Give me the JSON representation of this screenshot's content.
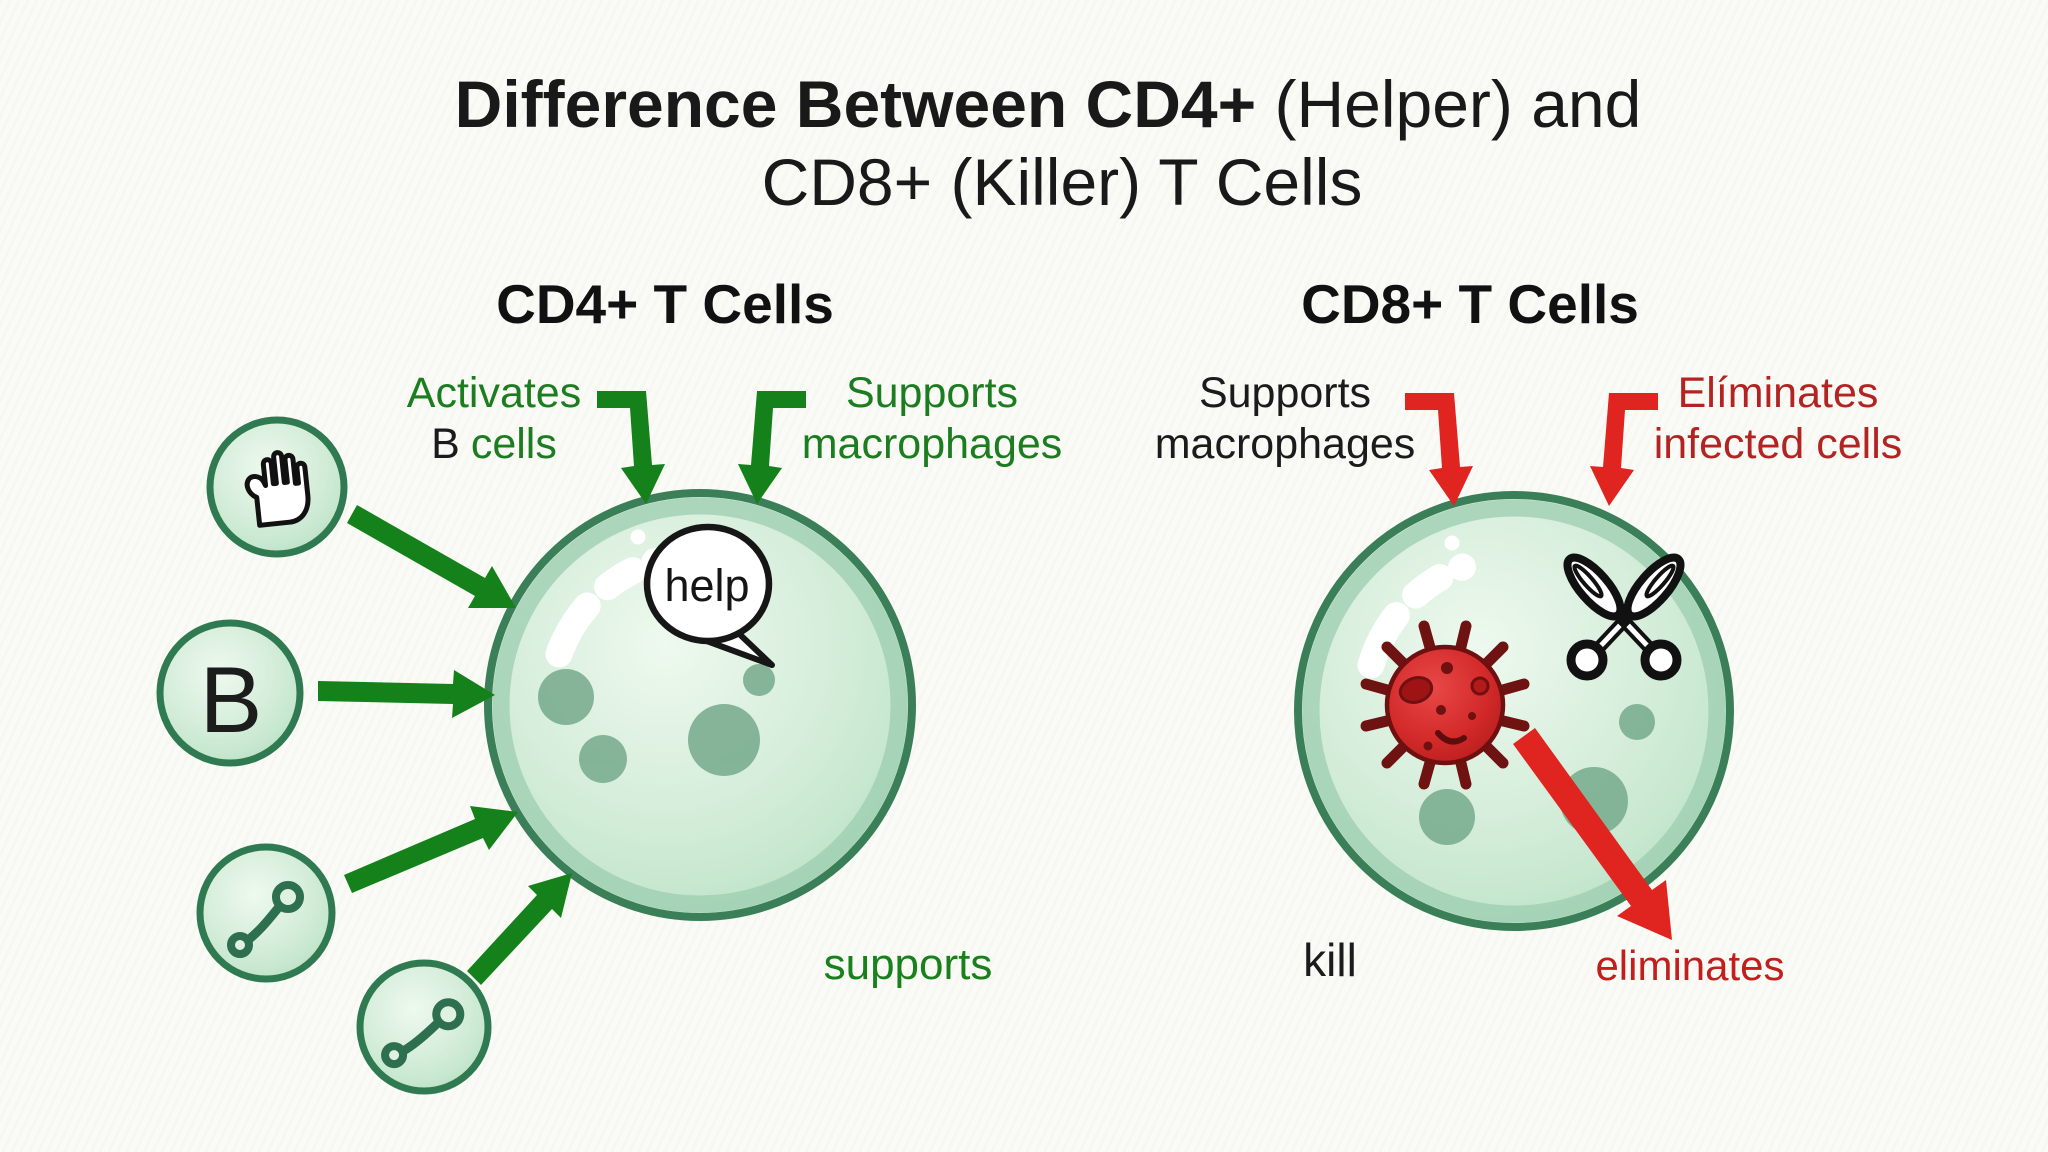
{
  "title": {
    "line1_bold": "Difference Between CD4+",
    "line1_rest": "(Helper) and",
    "line2": "CD8+ (Killer) T Cells"
  },
  "cd4_panel": {
    "heading": "CD4+ T Cells",
    "label_activates": "Activates",
    "label_activates_b": "B",
    "label_activates_cells": "cells",
    "label_supports": "Supports",
    "label_macrophages": "macrophages",
    "speech_bubble_text": "help",
    "b_cell_letter": "B",
    "bottom_caption": "supports"
  },
  "cd8_panel": {
    "heading": "CD8+ T Cells",
    "label_supports": "Supports",
    "label_macrophages": "macrophages",
    "label_eliminates": "Elíminates",
    "label_infected": "infected cells",
    "bottom_caption_kill": "kill",
    "bottom_caption_eliminates": "eliminates"
  },
  "icons": {
    "hand": "hand-icon",
    "antibody": "antibody-icon",
    "speech_bubble": "speech-bubble-icon",
    "virus": "virus-icon",
    "scissors": "scissors-icon"
  },
  "colors": {
    "background": "#fafaf6",
    "green_arrow": "#15811a",
    "green_text": "#1c7c20",
    "red_arrow": "#e02420",
    "red_text": "#b32322",
    "red_caption": "#c21f1c",
    "black_text": "#1b1b1b",
    "cell_border": "#3a7f58",
    "cell_fill_light": "#d9efdd",
    "organelle_green": "#76aa8c",
    "virus_red": "#cf2424"
  }
}
